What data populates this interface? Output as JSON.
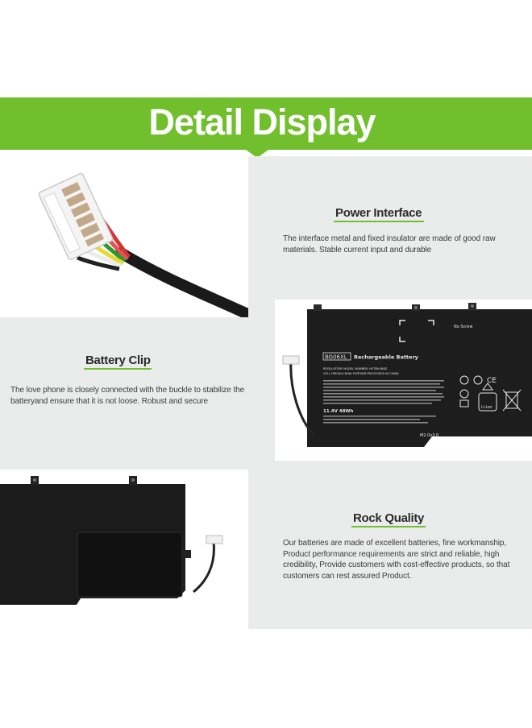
{
  "banner": {
    "title": "Detail Display",
    "color": "#72bf2e"
  },
  "sections": {
    "power_interface": {
      "heading": "Power Interface",
      "text": "The interface metal and fixed insulator are made of good raw materials. Stable current input and durable"
    },
    "battery_clip": {
      "heading": "Battery Clip",
      "text": "The love phone is closely connected with the buckle to stabilize the batteryand ensure that it is not loose. Robust and secure"
    },
    "rock_quality": {
      "heading": "Rock Quality",
      "text": "Our batteries are made of excellent batteries, fine workmanship, Product performance requirements are strict and reliable, high credibility, Provide customers with cost-effective products, so that customers can rest assured Product."
    }
  },
  "battery_label": {
    "model": "BG06XL",
    "title": "Rechargeable Battery",
    "no_screw": "No Screw",
    "spec": "11.4V   48Wh",
    "cell_origin": "CELL ORIGIN:CHINA FURTHER PROCESSED IN CHINA",
    "regulatory": "REGULATORY MODEL NUMBER: HSTNN-IB6Z",
    "screw": "M2.0x3.0",
    "li_ion": "Li-ion"
  }
}
